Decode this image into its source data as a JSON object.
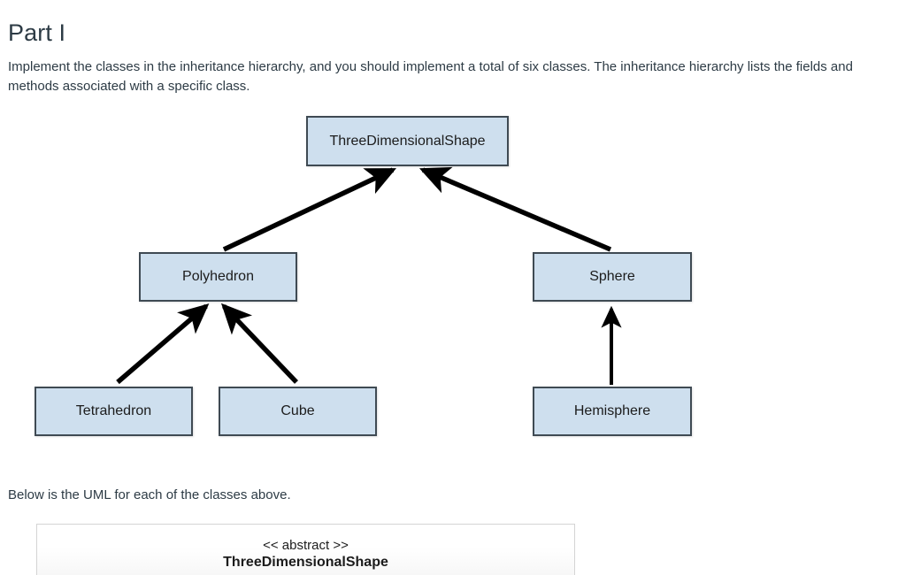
{
  "heading": "Part I",
  "intro_paragraph": "Implement the classes in the inheritance hierarchy, and you should implement a total of six classes. The inheritance hierarchy lists the fields and methods associated with a specific class.",
  "uml_note": "Below is the UML for each of the classes above.",
  "diagram": {
    "type": "inheritance-hierarchy",
    "node_fill_color": "#cedfee",
    "node_border_color": "#3f4a53",
    "arrow_color": "#000000",
    "nodes": [
      {
        "id": "three-dimensional-shape",
        "label": "ThreeDimensionalShape",
        "level": 0
      },
      {
        "id": "polyhedron",
        "label": "Polyhedron",
        "level": 1
      },
      {
        "id": "sphere",
        "label": "Sphere",
        "level": 1
      },
      {
        "id": "tetrahedron",
        "label": "Tetrahedron",
        "level": 2
      },
      {
        "id": "cube",
        "label": "Cube",
        "level": 2
      },
      {
        "id": "hemisphere",
        "label": "Hemisphere",
        "level": 2
      }
    ],
    "edges": [
      {
        "from": "polyhedron",
        "to": "three-dimensional-shape",
        "kind": "generalization"
      },
      {
        "from": "sphere",
        "to": "three-dimensional-shape",
        "kind": "generalization"
      },
      {
        "from": "tetrahedron",
        "to": "polyhedron",
        "kind": "generalization"
      },
      {
        "from": "cube",
        "to": "polyhedron",
        "kind": "generalization"
      },
      {
        "from": "hemisphere",
        "to": "sphere",
        "kind": "generalization"
      }
    ]
  },
  "uml_card": {
    "stereotype": "<< abstract >>",
    "class_name": "ThreeDimensionalShape"
  }
}
